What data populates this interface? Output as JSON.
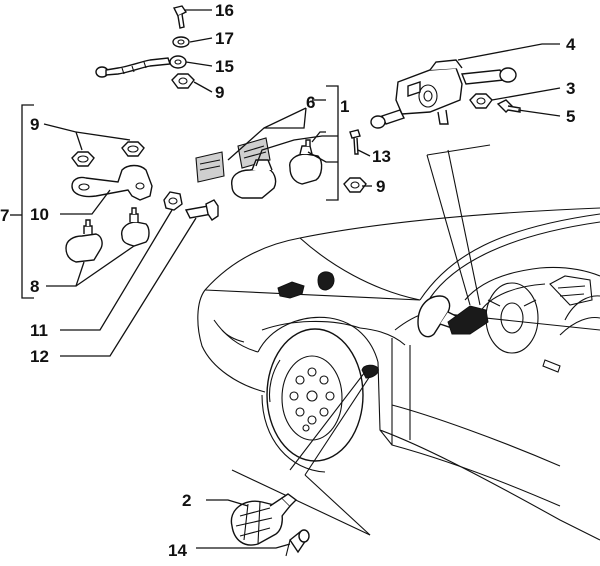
{
  "callouts": {
    "c1": "1",
    "c2": "2",
    "c3": "3",
    "c4": "4",
    "c5": "5",
    "c7": "7",
    "c6": "6",
    "c8": "8",
    "c9a": "9",
    "c9b": "9",
    "c9c": "9",
    "c10": "10",
    "c11": "11",
    "c12": "12",
    "c13": "13",
    "c14": "14",
    "c15": "15",
    "c16": "16",
    "c17": "17"
  },
  "colors": {
    "ink": "#111111",
    "paper": "#ffffff",
    "fill_dark": "#1a1a1a"
  }
}
